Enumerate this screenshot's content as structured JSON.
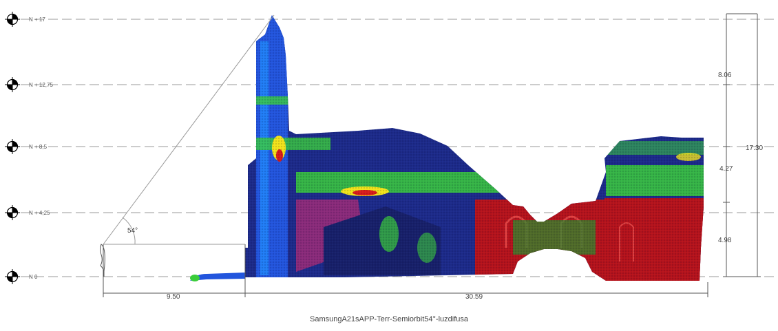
{
  "levels": [
    {
      "label": "N + 17"
    },
    {
      "label": "N + 12,75"
    },
    {
      "label": "N + 8,5"
    },
    {
      "label": "N + 4,25"
    },
    {
      "label": "N 0"
    }
  ],
  "dimensions": {
    "right_segment_top": "8.06",
    "right_segment_mid": "4.27",
    "right_segment_bottom": "4.98",
    "right_total": "17.30",
    "bottom_left": "9.50",
    "bottom_right": "30.59",
    "angle": "54°"
  },
  "caption": "SamsungA21sAPP-Terr-Semiorbit54°-luzdifusa",
  "colors": {
    "low": "#1c2a8a",
    "mid_low": "#2266ff",
    "mid": "#3acd3a",
    "mid_high": "#f2e21a",
    "high": "#b5121b",
    "magenta": "#8a2a7a",
    "guide": "#9a9a9a"
  }
}
